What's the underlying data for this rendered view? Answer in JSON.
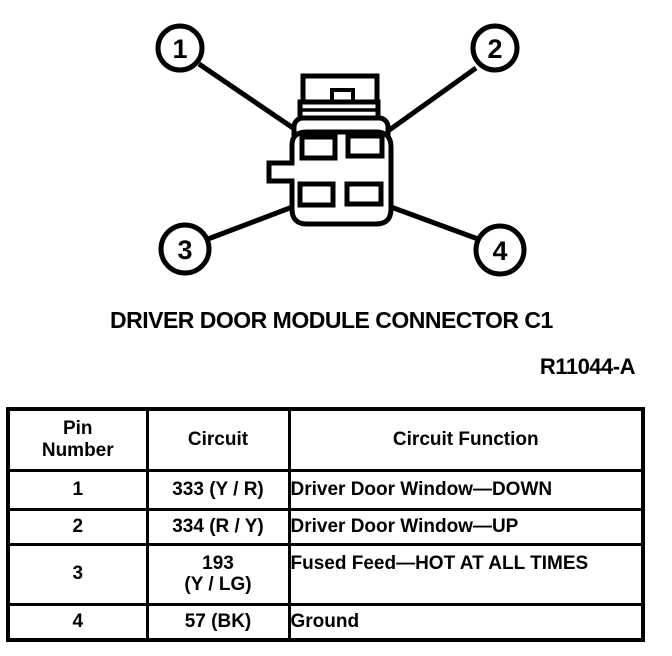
{
  "figure": {
    "caption": "DRIVER DOOR MODULE CONNECTOR C1",
    "reference": "R11044-A",
    "callouts": [
      "1",
      "2",
      "3",
      "4"
    ]
  },
  "table": {
    "headers": {
      "pin": "Pin\nNumber",
      "circuit": "Circuit",
      "function": "Circuit Function"
    },
    "rows": [
      {
        "pin": "1",
        "circuit": "333 (Y / R)",
        "function": "Driver Door Window—DOWN"
      },
      {
        "pin": "2",
        "circuit": "334 (R / Y)",
        "function": "Driver Door Window—UP"
      },
      {
        "pin": "3",
        "circuit": "193\n(Y / LG)",
        "function": "Fused Feed—HOT AT ALL TIMES"
      },
      {
        "pin": "4",
        "circuit": "57 (BK)",
        "function": "Ground"
      }
    ]
  },
  "colors": {
    "ink": "#000000",
    "paper": "#ffffff"
  }
}
